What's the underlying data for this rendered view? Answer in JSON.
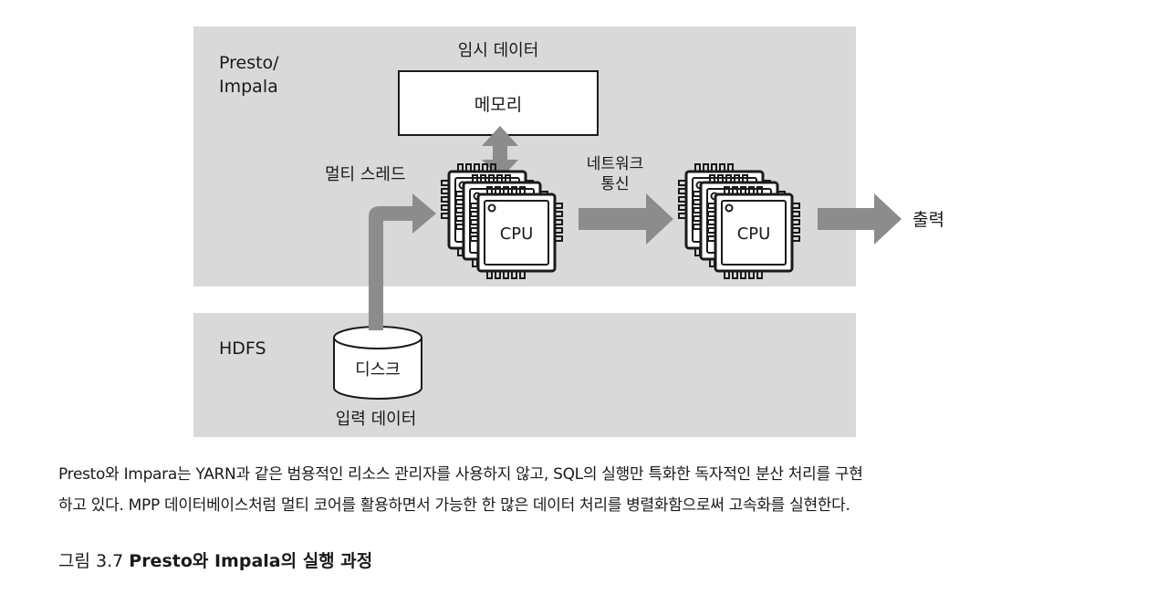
{
  "diagram": {
    "presto_label_line1": "Presto/",
    "presto_label_line2": "Impala",
    "hdfs_label": "HDFS",
    "temp_data_label": "임시 데이터",
    "memory_label": "메모리",
    "multithread_label": "멀티 스레드",
    "network_label_line1": "네트워크",
    "network_label_line2": "통신",
    "cpu_label": "CPU",
    "output_label": "출력",
    "disk_label": "디스크",
    "input_data_label": "입력 데이터"
  },
  "body_text": {
    "line1": "Presto와 Impara는 YARN과 같은 범용적인 리소스 관리자를 사용하지 않고, SQL의 실행만 특화한 독자적인 분산 처리를 구현",
    "line2": "하고 있다. MPP 데이터베이스처럼 멀티 코어를 활용하면서 가능한 한 많은 데이터 처리를 병렬화함으로써 고속화를 실현한다."
  },
  "caption": {
    "number": "그림 3.7",
    "title": "Presto와 Impala의 실행 과정"
  },
  "colors": {
    "panel": "#d9d9d9",
    "arrow": "#8c8c8c",
    "chip_outline": "#1a1a1a"
  }
}
